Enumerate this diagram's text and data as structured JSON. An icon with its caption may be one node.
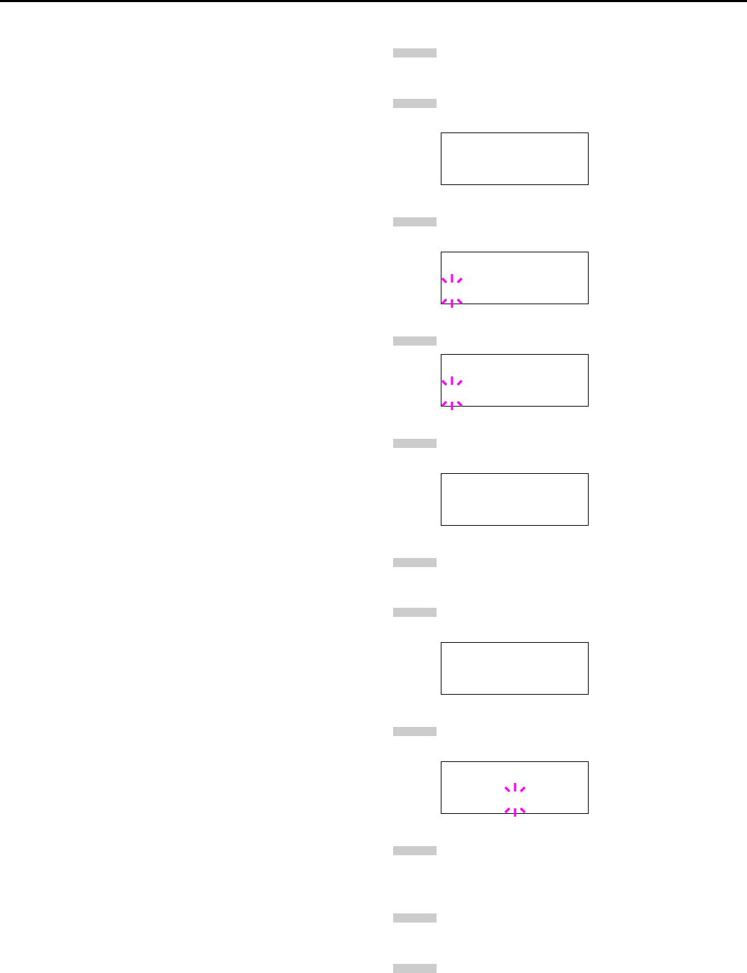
{
  "diagram": {
    "nodes": [
      {
        "text": [],
        "shape": "bar"
      },
      {
        "text": [],
        "shape": "bar"
      },
      {
        "text": [],
        "shape": "box"
      },
      {
        "text": [],
        "shape": "bar"
      },
      {
        "text": [],
        "shape": "box"
      },
      {
        "text": [],
        "shape": "bar"
      },
      {
        "text": [],
        "shape": "box"
      },
      {
        "text": [],
        "shape": "bar"
      },
      {
        "text": [],
        "shape": "box"
      },
      {
        "text": [],
        "shape": "bar"
      },
      {
        "text": [],
        "shape": "bar"
      },
      {
        "text": [],
        "shape": "box"
      },
      {
        "text": [],
        "shape": "bar"
      },
      {
        "text": [],
        "shape": "box"
      },
      {
        "text": [],
        "shape": "bar"
      },
      {
        "text": [],
        "shape": "bar"
      },
      {
        "text": [],
        "shape": "bar"
      }
    ]
  }
}
